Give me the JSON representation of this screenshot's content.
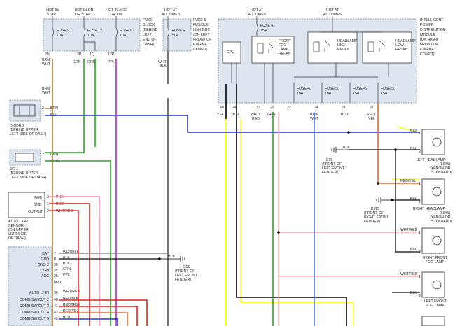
{
  "top_labels": {
    "hot_in_start": [
      "HOT IN",
      "START"
    ],
    "hot_in_on_or_start": [
      "HOT IN ON",
      "OR START"
    ],
    "hot_in_acc_or_on": [
      "HOT IN ACC",
      "OR ON"
    ],
    "hot_at_all_times_a": [
      "HOT AT",
      "ALL TIMES"
    ],
    "hot_at_all_times_b": [
      "HOT AT",
      "ALL TIMES"
    ],
    "hot_at_all_times_c": [
      "HOT AT",
      "ALL TIMES"
    ]
  },
  "fuse_block": {
    "fuses": [
      "FUSE 9",
      "10A",
      "FUSE 12",
      "10A",
      "FUSE 6",
      "10A"
    ],
    "desc": [
      "FUSE",
      "BLOCK",
      "(BEHIND",
      "LEFT",
      "END OF",
      "DASH)"
    ],
    "pins": [
      "2N",
      "2P",
      "1Q",
      "12P"
    ]
  },
  "fusible_link": {
    "fuse": [
      "FUSE F",
      "50A"
    ],
    "desc": [
      "FUSE &",
      "FUSIBLE",
      "LINK BOX",
      "(ON LEFT",
      "FRONT OF",
      "ENGINE",
      "COMPT)"
    ]
  },
  "ipdm": {
    "desc": [
      "INTELLIGENT",
      "POWER",
      "DISTRIBUTION",
      "MODULE",
      "(ON RIGHT",
      "FRONT OF",
      "ENGINE",
      "COMPT)"
    ],
    "cpu": "CPU",
    "fuse41": [
      "FUSE 41",
      "15A"
    ],
    "fog_relay": [
      "FRONT",
      "FOG",
      "LAMP",
      "RELAY"
    ],
    "high_relay": [
      "HEADLAMP",
      "HIGH",
      "RELAY"
    ],
    "low_relay": [
      "HEADLAMP",
      "LOW",
      "RELAY"
    ],
    "fuse40": [
      "FUSE 40",
      "10A"
    ],
    "fuse50a": [
      "FUSE 50",
      "10A"
    ],
    "fuse49": [
      "FUSE 49",
      "15A"
    ],
    "fuse50b": [
      "FUSE 50",
      "15A"
    ],
    "pins": [
      "40",
      "48",
      "32",
      "29",
      "22",
      "24",
      "21",
      "27"
    ],
    "wire_colors": [
      "YEL",
      "BLU",
      "WHT/\nRED",
      "GRN",
      "BLU/\nWHT",
      "BLU",
      "RED/\nYEL"
    ]
  },
  "diode": {
    "pins": [
      "2",
      "1"
    ],
    "colors": [
      "BRN",
      "BLU"
    ],
    "desc": [
      "DIODE 1",
      "(BEHIND UPPER",
      "LEFT SIDE OF DASH)"
    ]
  },
  "jc1": {
    "pins": [
      "2",
      "1"
    ],
    "colors": [
      "GRN",
      "GRN"
    ],
    "desc": [
      "J/C 1",
      "(BEHIND UPPER",
      "LEFT SIDE OF DASH)"
    ]
  },
  "auto_light": {
    "terms": [
      "PWR",
      "GND",
      "OUTPUT"
    ],
    "pins": [
      "3",
      "1",
      "2"
    ],
    "colors": [
      "PNK",
      "RED",
      "WHT/RED"
    ],
    "desc": [
      "AUTO LIGHT",
      "SENSOR",
      "(ON UPPER",
      "LEFT SIDE",
      "OF DASH)"
    ]
  },
  "combo": {
    "terms": [
      "BAT",
      "GND",
      "GND 2",
      "IGN",
      "ACC",
      "AUTO LT IN",
      "COMB SW OUT 2",
      "COMB SW OUT 3",
      "COMB SW OUT 4",
      "COMB SW OUT 5"
    ],
    "pins": [
      "7",
      "8",
      "36",
      "35",
      "25",
      "M20",
      "36",
      "40",
      "41",
      "42",
      "45"
    ],
    "colors": [
      "WHT/BLK",
      "BLK",
      "BLK",
      "GRN",
      "PPL",
      "WHT/RED",
      "RED/BLK",
      "RED/GRN",
      "RED/YEL",
      "BLU"
    ]
  },
  "grounds": {
    "e15a": [
      "E15",
      "(FRONT OF",
      "LEFT FRONT",
      "FENDER)"
    ],
    "e115": [
      "E115",
      "(FRONT OF",
      "RIGHT FRONT",
      "FENDER)"
    ],
    "e15b": [
      "E15",
      "(FRONT OF",
      "LEFT FRONT",
      "FENDER)"
    ]
  },
  "lamps": {
    "lh_head": {
      "colors": [
        "BLU",
        "BLK"
      ],
      "pins": [
        "1",
        "2"
      ],
      "desc": [
        "LEFT HEADLAMP",
        "(LOW)",
        "(XENON OR",
        "STANDARD)"
      ]
    },
    "rh_head": {
      "colors": [
        "RED/YEL",
        "BLK"
      ],
      "pins": [
        "1",
        "2"
      ],
      "desc": [
        "RIGHT HEADLAMP",
        "(LOW)",
        "(XENON OR",
        "STANDARD)"
      ]
    },
    "rh_fog": {
      "colors": [
        "WHT/RED",
        "BLK"
      ],
      "pins": [
        "1",
        "2"
      ],
      "desc": [
        "RIGHT FRONT",
        "FOG LAMP"
      ]
    },
    "lh_fog": {
      "colors": [
        "WHT/RED",
        "BLK"
      ],
      "pins": [
        "1",
        "2"
      ],
      "desc": [
        "LEFT FRONT",
        "FOG LAMP"
      ]
    }
  },
  "misc": {
    "blk": "BLK",
    "brn_wht": "BRN/\nWHT",
    "wht_blk": "WHT/\nBLK"
  },
  "colors": {
    "highlight": "#ffff00",
    "box_fill": "#dde5ee"
  }
}
